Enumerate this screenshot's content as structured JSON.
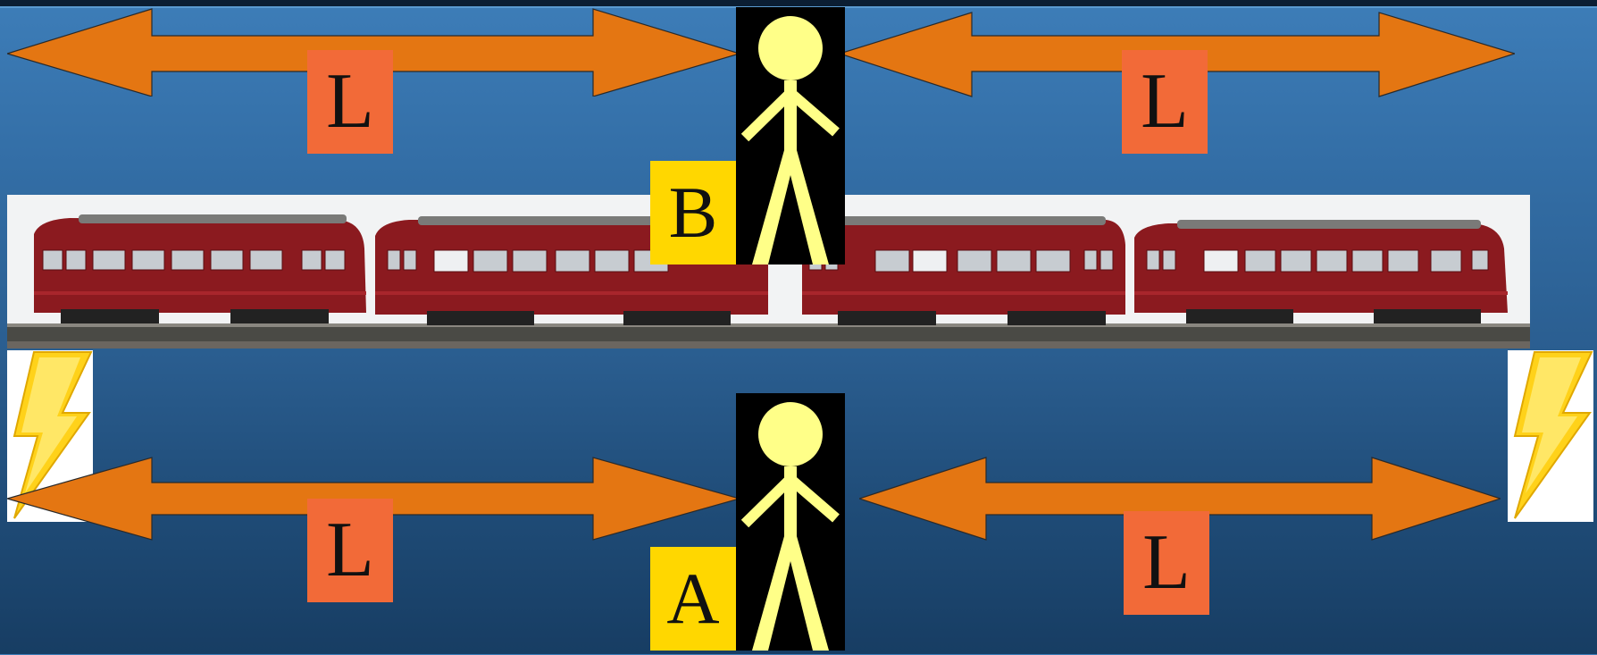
{
  "diagram": {
    "length_label": "L",
    "observer_top": "B",
    "observer_bottom": "A"
  },
  "colors": {
    "arrow_fill": "#e47612",
    "label_box": "#f26a38",
    "observer_box": "#ffd700",
    "figure": "#ffff88",
    "train_body": "#8b1a1f",
    "bolt": "#ffd21a"
  }
}
